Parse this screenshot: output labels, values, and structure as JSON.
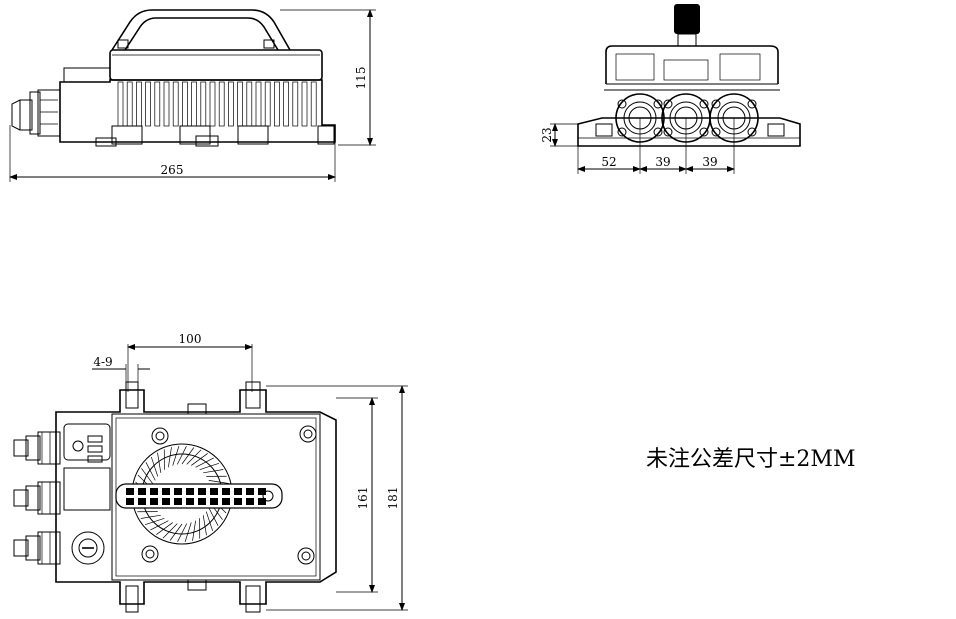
{
  "dimensions": {
    "side_length": "265",
    "side_height": "115",
    "front_height": "23",
    "front_left": "52",
    "front_mid1": "39",
    "front_mid2": "39",
    "top_spacing": "100",
    "top_slot": "4-9",
    "top_inner_height": "161",
    "top_outer_height": "181"
  },
  "note": "未注公差尺寸±2MM"
}
